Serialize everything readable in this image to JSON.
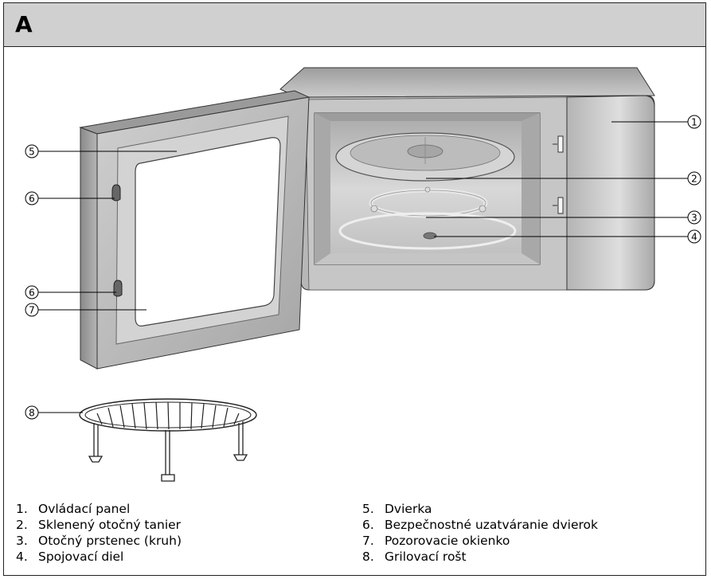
{
  "header": {
    "letter": "A"
  },
  "callouts": [
    "1",
    "2",
    "3",
    "4",
    "5",
    "6",
    "6",
    "7",
    "8"
  ],
  "legend": {
    "left": [
      {
        "num": "1.",
        "label": "Ovládací panel"
      },
      {
        "num": "2.",
        "label": "Sklenený otočný tanier"
      },
      {
        "num": "3.",
        "label": "Otočný prstenec (kruh)"
      },
      {
        "num": "4.",
        "label": "Spojovací diel"
      }
    ],
    "right": [
      {
        "num": "5.",
        "label": "Dvierka"
      },
      {
        "num": "6.",
        "label": "Bezpečnostné uzatváranie dvierok"
      },
      {
        "num": "7.",
        "label": "Pozorovacie okienko"
      },
      {
        "num": "8.",
        "label": "Grilovací rošt"
      }
    ]
  },
  "colors": {
    "header_bg": "#d0d0d0",
    "body_light": "#e2e2e2",
    "body_mid": "#b9b9b9",
    "body_dark": "#8f8f8f"
  }
}
